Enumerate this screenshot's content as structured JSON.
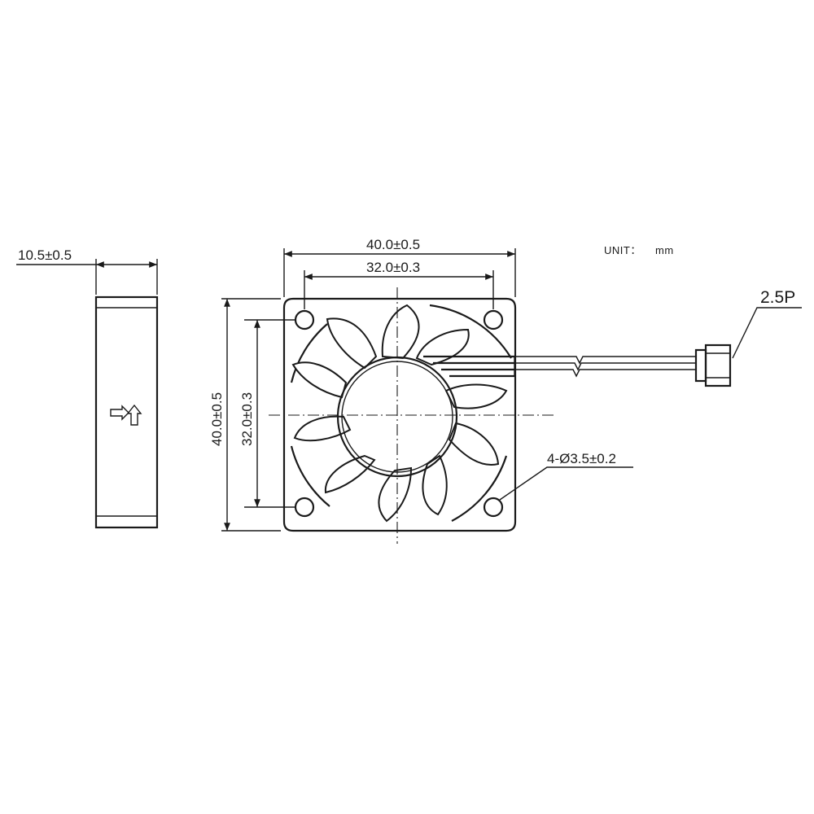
{
  "side_view": {
    "thickness_label": "10.5±0.5"
  },
  "front_view": {
    "width_label": "40.0±0.5",
    "hole_pitch_h_label": "32.0±0.3",
    "height_label": "40.0±0.5",
    "hole_pitch_v_label": "32.0±0.3",
    "hole_label": "4-Ø3.5±0.2"
  },
  "unit": {
    "label": "UNIT：",
    "value": "mm"
  },
  "connector": {
    "label": "2.5P"
  },
  "airflow_icon": "airflow-rotation-arrows-icon"
}
